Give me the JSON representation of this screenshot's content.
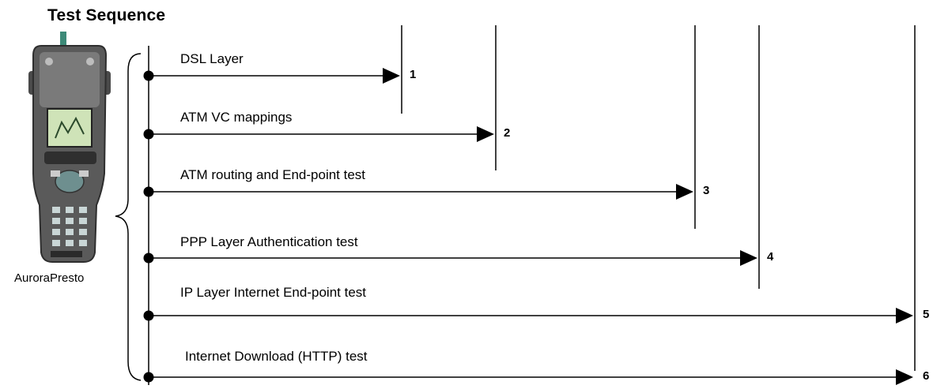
{
  "title": "Test Sequence",
  "device": {
    "label": "AuroraPresto",
    "icon": "handheld-tester-icon"
  },
  "steps": [
    {
      "number": "1",
      "label": "DSL Layer"
    },
    {
      "number": "2",
      "label": "ATM VC mappings"
    },
    {
      "number": "3",
      "label": "ATM routing and End-point test"
    },
    {
      "number": "4",
      "label": "PPP Layer Authentication test"
    },
    {
      "number": "5",
      "label": "IP Layer Internet End-point test"
    },
    {
      "number": "6",
      "label": "Internet Download (HTTP) test"
    }
  ]
}
